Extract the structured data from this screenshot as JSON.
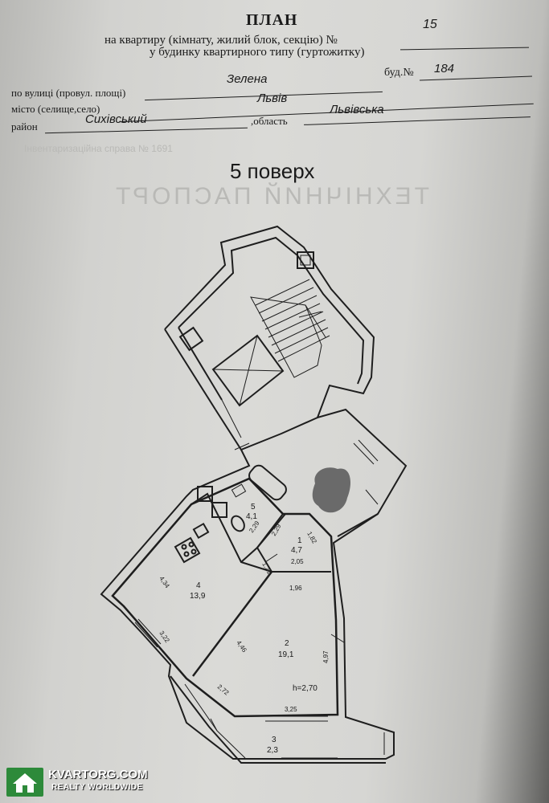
{
  "header": {
    "title": "ПЛАН",
    "line1": "на квартиру (кімнату, жилий блок, секцію) №",
    "apartment_no": "15",
    "line2": "у будинку квартирного типу (гуртожитку)",
    "street_label": "по вулиці (провул. площі)",
    "street_value": "Зелена",
    "building_label": "буд.№",
    "building_value": "184",
    "city_label": "місто (селище,село)",
    "city_value": "Львів",
    "district_label": "район",
    "district_value": "Сихівський",
    "region_label": ",область",
    "region_value": "Львівська"
  },
  "floor_label": "5 поверх",
  "background_ghost": {
    "passport_title": "ТЕХНІЧНИЙ ПАСПОРТ",
    "inventory_case": "Інвентаризаційна справа №",
    "inventory_no": "1691"
  },
  "plan": {
    "rooms": [
      {
        "id": "1",
        "area": "4,7"
      },
      {
        "id": "2",
        "area": "19,1"
      },
      {
        "id": "3",
        "area": "2,3"
      },
      {
        "id": "4",
        "area": "13,9"
      },
      {
        "id": "5",
        "area": "4,1"
      }
    ],
    "dimensions": [
      "2,29",
      "2,29",
      "1,82",
      "2,05",
      "1,21",
      "1,96",
      "4,34",
      "3,22",
      "4,46",
      "4,97",
      "2,72",
      "3,25"
    ],
    "ceiling_height": "h=2,70"
  },
  "watermark": {
    "brand": "KVARTORG.COM",
    "tagline": "REALTY WORLDWIDE"
  },
  "colors": {
    "paper": "#d6d6d3",
    "ink": "#1e1e1e",
    "ghost": "#b9b9b6",
    "logo_green": "#2d8a3a"
  }
}
